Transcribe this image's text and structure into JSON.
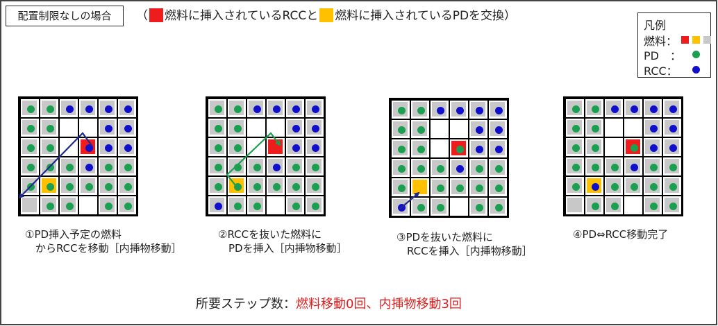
{
  "colors": {
    "rcc_fuel": "#ee1c1c",
    "pd_fuel": "#ffc000",
    "other_fuel": "#c8c8c8",
    "pd_dot": "#1aa050",
    "rcc_dot": "#1010cc",
    "arrow_navy": "#1f2a8c",
    "arrow_green": "#1aa050",
    "highlight": "#e02020"
  },
  "title": "配置制限なしの場合",
  "header": {
    "open": "（",
    "rcc_label": "燃料に挿入されているRCCと",
    "pd_label": "燃料に挿入されているPDを交換）"
  },
  "legend": {
    "title": "凡例",
    "fuel_label": "燃料：",
    "pd_label": "PD　：",
    "rcc_label": "RCC："
  },
  "panels": [
    {
      "id": "step1",
      "caption_lines": [
        "①PD挿入予定の燃料",
        "　からRCCを移動［内挿物移動］"
      ],
      "grid": [
        [
          "GP",
          "GP",
          "GR",
          "GR",
          "GR",
          "GR"
        ],
        [
          "GP",
          "GP",
          "E",
          "E",
          "GR",
          "GR"
        ],
        [
          "GP",
          "GP",
          "E",
          "RR",
          "GR",
          "GR"
        ],
        [
          "GP",
          "GP",
          "GP",
          "GR",
          "GP",
          "GP"
        ],
        [
          "GP",
          "YP",
          "GP",
          "GP",
          "GP",
          "GP"
        ],
        [
          "G",
          "GP",
          "GP",
          "E",
          "GP",
          "GP"
        ]
      ]
    },
    {
      "id": "step2",
      "caption_lines": [
        "②RCCを抜いた燃料に",
        "　PDを挿入［内挿物移動］"
      ],
      "grid": [
        [
          "GP",
          "GP",
          "GR",
          "GR",
          "GR",
          "GR"
        ],
        [
          "GP",
          "GP",
          "E",
          "E",
          "GR",
          "GR"
        ],
        [
          "GP",
          "GP",
          "E",
          "R",
          "GR",
          "GR"
        ],
        [
          "GP",
          "GP",
          "GP",
          "GR",
          "GP",
          "GP"
        ],
        [
          "GP",
          "YP",
          "GP",
          "GP",
          "GP",
          "GP"
        ],
        [
          "GR",
          "GP",
          "GP",
          "E",
          "GP",
          "GP"
        ]
      ]
    },
    {
      "id": "step3",
      "caption_lines": [
        "③PDを抜いた燃料に",
        "　RCCを挿入［内挿物移動］"
      ],
      "grid": [
        [
          "GP",
          "GP",
          "GR",
          "GR",
          "GR",
          "GR"
        ],
        [
          "GP",
          "GP",
          "E",
          "E",
          "GR",
          "GR"
        ],
        [
          "GP",
          "GP",
          "E",
          "RP",
          "GR",
          "GR"
        ],
        [
          "GP",
          "GP",
          "GP",
          "GR",
          "GP",
          "GP"
        ],
        [
          "GP",
          "Y",
          "GP",
          "GP",
          "GP",
          "GP"
        ],
        [
          "GR",
          "GP",
          "GP",
          "E",
          "GP",
          "GP"
        ]
      ]
    },
    {
      "id": "step4",
      "caption_lines": [
        "④PD⇔RCC移動完了"
      ],
      "grid": [
        [
          "GP",
          "GP",
          "GR",
          "GR",
          "GR",
          "GR"
        ],
        [
          "GP",
          "GP",
          "E",
          "E",
          "GR",
          "GR"
        ],
        [
          "GP",
          "GP",
          "E",
          "RP",
          "GR",
          "GR"
        ],
        [
          "GP",
          "GP",
          "GP",
          "GR",
          "GP",
          "GP"
        ],
        [
          "GP",
          "YR",
          "GP",
          "GP",
          "GP",
          "GP"
        ],
        [
          "G",
          "GP",
          "GP",
          "E",
          "GP",
          "GP"
        ]
      ]
    }
  ],
  "footer": {
    "label": "所要ステップ数：",
    "value": "燃料移動0回、内挿物移動3回"
  }
}
